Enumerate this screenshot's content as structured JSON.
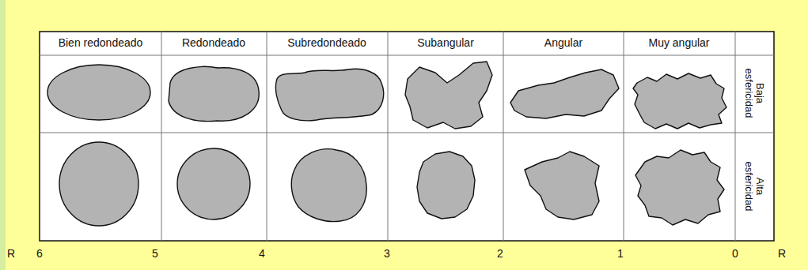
{
  "diagram": {
    "labels": [
      "Bien redondeado",
      "Redondeado",
      "Subredondeado",
      "Subangular",
      "Angular",
      "Muy angular",
      "Baja esfericidad",
      "Alta esfericidad",
      "R",
      "6",
      "5",
      "4",
      "3",
      "2",
      "1",
      "0",
      "R"
    ]
  }
}
